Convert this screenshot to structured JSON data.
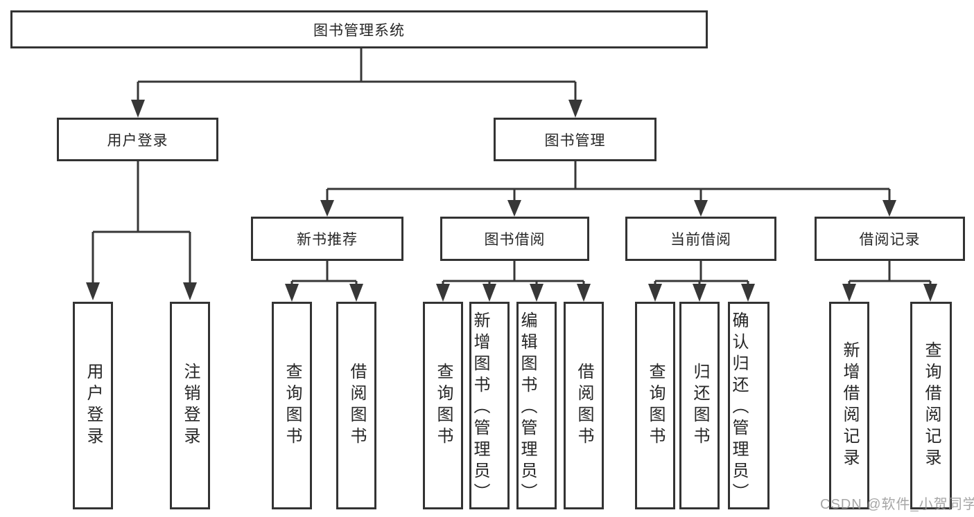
{
  "diagram": {
    "title": "图书管理系统",
    "branches": [
      {
        "label": "用户登录",
        "children": [
          {
            "label": "用户登录"
          },
          {
            "label": "注销登录"
          }
        ]
      },
      {
        "label": "图书管理",
        "children": [
          {
            "label": "新书推荐",
            "children": [
              {
                "label": "查询图书"
              },
              {
                "label": "借阅图书"
              }
            ]
          },
          {
            "label": "图书借阅",
            "children": [
              {
                "label": "查询图书"
              },
              {
                "label": "新增图书（管理员）"
              },
              {
                "label": "编辑图书（管理员）"
              },
              {
                "label": "借阅图书"
              }
            ]
          },
          {
            "label": "当前借阅",
            "children": [
              {
                "label": "查询图书"
              },
              {
                "label": "归还图书"
              },
              {
                "label": "确认归还（管理员）"
              }
            ]
          },
          {
            "label": "借阅记录",
            "children": [
              {
                "label": "新增借阅记录"
              },
              {
                "label": "查询借阅记录"
              }
            ]
          }
        ]
      }
    ]
  },
  "watermark": {
    "text": "CSDN @软件_小贺同学"
  },
  "colors": {
    "line": "#373737",
    "border": "#333333",
    "text": "#262626",
    "background": "#ffffff",
    "watermark": "#969696"
  }
}
